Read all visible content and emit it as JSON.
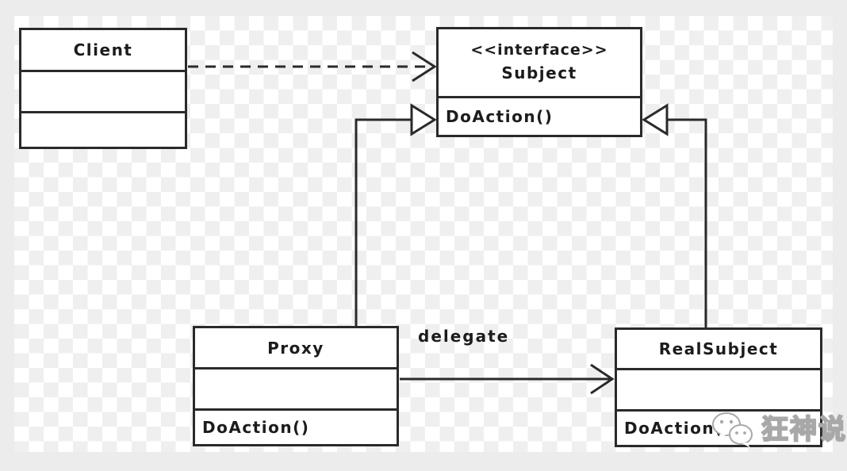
{
  "colors": {
    "line_color": "#2a2a2a",
    "text_color": "#1c1c1c",
    "box_fill": "#ffffff",
    "checker_light": "#ffffff",
    "checker_dark": "#efefef",
    "margin_bg": "#ececec",
    "watermark_stroke": "#a8a8a8"
  },
  "classes": {
    "client": {
      "name": "Client"
    },
    "subject": {
      "stereotype": "<<interface>>",
      "name": "Subject",
      "method": "DoAction()"
    },
    "proxy": {
      "name": "Proxy",
      "method": "DoAction()"
    },
    "real_subject": {
      "name": "RealSubject",
      "method": "DoAction()"
    }
  },
  "relationships": {
    "client_to_subject": {
      "type": "dependency",
      "style": "dashed-open-arrow"
    },
    "proxy_to_subject": {
      "type": "realization",
      "style": "solid-hollow-triangle"
    },
    "real_subject_to_subject": {
      "type": "realization",
      "style": "solid-hollow-triangle"
    },
    "proxy_to_real_subject": {
      "type": "association",
      "label": "delegate"
    }
  },
  "watermark": {
    "text": "狂神说",
    "icon": "wechat-logo"
  }
}
